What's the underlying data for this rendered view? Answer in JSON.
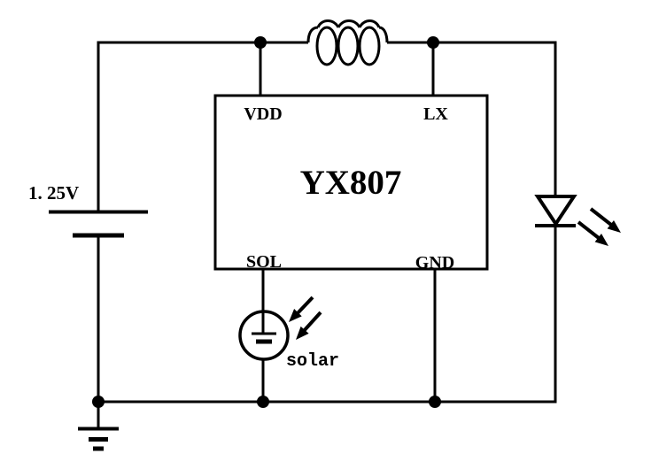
{
  "diagram": {
    "type": "circuit-schematic",
    "colors": {
      "ink": "#000000",
      "background": "#ffffff"
    },
    "chip": {
      "name": "YX807",
      "pins": {
        "vdd": "VDD",
        "lx": "LX",
        "sol": "SOL",
        "gnd": "GND"
      }
    },
    "battery": {
      "voltage_label": "1. 25V"
    },
    "solar_cell": {
      "label": "solar"
    },
    "components": [
      {
        "type": "battery-cell",
        "label": "1. 25V"
      },
      {
        "type": "inductor-coil"
      },
      {
        "type": "ic",
        "label": "YX807",
        "pins": [
          "VDD",
          "LX",
          "SOL",
          "GND"
        ]
      },
      {
        "type": "led",
        "icon": "light-emitting-arrows"
      },
      {
        "type": "photovoltaic-cell",
        "label": "solar",
        "icon": "incident-light-arrows"
      },
      {
        "type": "earth-ground"
      }
    ]
  }
}
